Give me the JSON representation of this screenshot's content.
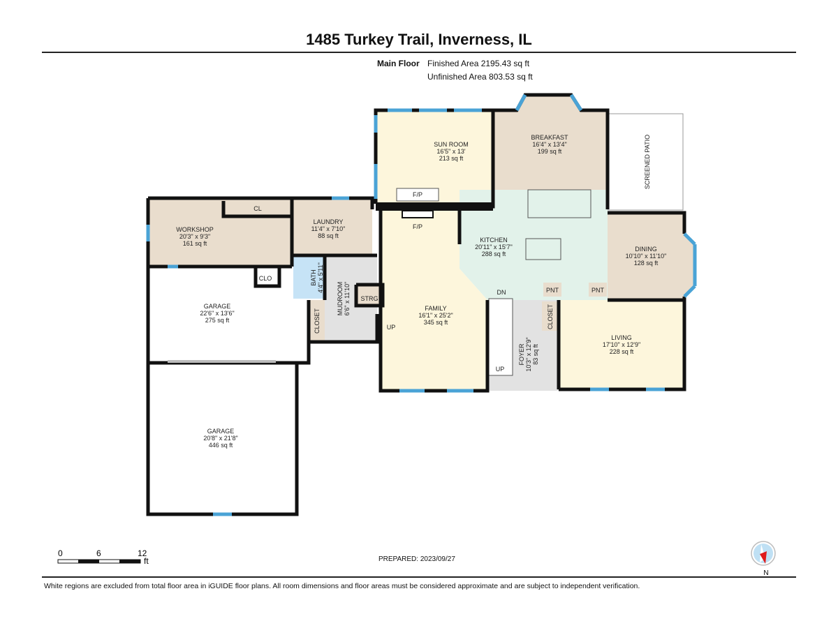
{
  "title": "1485 Turkey Trail, Inverness, IL",
  "floor": {
    "label": "Main Floor",
    "finished_area": "Finished Area 2195.43 sq ft",
    "unfinished_area": "Unfinished Area 803.53 sq ft"
  },
  "rooms": {
    "sunroom": {
      "name": "SUN ROOM",
      "dims": "16'5\" x 13'",
      "area": "213 sq ft"
    },
    "breakfast": {
      "name": "BREAKFAST",
      "dims": "16'4\" x 13'4\"",
      "area": "199 sq ft"
    },
    "patio": {
      "name": "SCREENED PATIO"
    },
    "kitchen": {
      "name": "KITCHEN",
      "dims": "20'11\" x 15'7\"",
      "area": "288 sq ft"
    },
    "dining": {
      "name": "DINING",
      "dims": "10'10\" x 11'10\"",
      "area": "128 sq ft"
    },
    "family": {
      "name": "FAMILY",
      "dims": "16'1\" x 25'2\"",
      "area": "345 sq ft"
    },
    "living": {
      "name": "LIVING",
      "dims": "17'10\" x 12'9\"",
      "area": "228 sq ft"
    },
    "foyer": {
      "name": "FOYER",
      "dims": "10'3\" x 12'9\"",
      "area": "83 sq ft"
    },
    "workshop": {
      "name": "WORKSHOP",
      "dims": "20'3\" x 9'3\"",
      "area": "161 sq ft"
    },
    "laundry": {
      "name": "LAUNDRY",
      "dims": "11'4\" x 7'10\"",
      "area": "88 sq ft"
    },
    "bath": {
      "name": "BATH",
      "dims": "4'4\" x 5'11\""
    },
    "mudroom": {
      "name": "MUDROOM",
      "dims": "6'6\" x 11'10\""
    },
    "garage1": {
      "name": "GARAGE",
      "dims": "22'6\" x 13'6\"",
      "area": "275 sq ft"
    },
    "garage2": {
      "name": "GARAGE",
      "dims": "20'8\" x 21'8\"",
      "area": "446 sq ft"
    }
  },
  "labels": {
    "cl": "CL",
    "clo": "CLO",
    "closet": "CLOSET",
    "strg": "STRG",
    "fp": "F/P",
    "pnt": "PNT",
    "up": "UP",
    "dn": "DN"
  },
  "scale": {
    "ticks": [
      "0",
      "6",
      "12"
    ],
    "unit": "ft"
  },
  "compass": {
    "label": "N"
  },
  "prepared": "PREPARED: 2023/09/27",
  "disclaimer": "White regions are excluded from total floor area in iGUIDE floor plans. All room dimensions and floor areas must be considered approximate and are subject to independent verification.",
  "colors": {
    "wall": "#111111",
    "window": "#4aa3d6",
    "cream": "#fdf6dc",
    "beige": "#e9ddcd",
    "mint": "#e2f2ea",
    "gray": "#e2e2e2",
    "blue": "#c6e3f6"
  }
}
